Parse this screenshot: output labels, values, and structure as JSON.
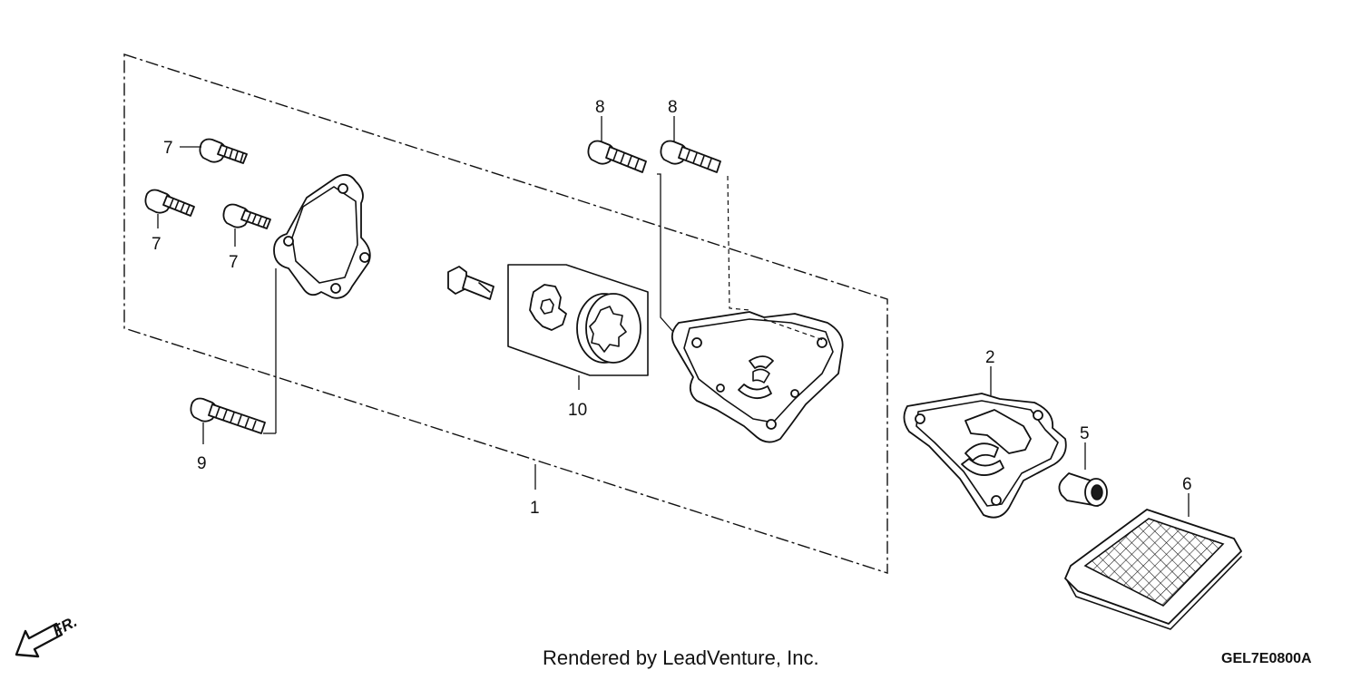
{
  "callouts": [
    {
      "label": "1"
    },
    {
      "label": "2"
    },
    {
      "label": "5"
    },
    {
      "label": "6"
    },
    {
      "label": "7"
    },
    {
      "label": "7"
    },
    {
      "label": "7"
    },
    {
      "label": "8"
    },
    {
      "label": "8"
    },
    {
      "label": "9"
    },
    {
      "label": "10"
    }
  ],
  "direction_marker": "FR.",
  "footer": {
    "credit": "Rendered by LeadVenture, Inc.",
    "diagram_code": "GEL7E0800A"
  },
  "colors": {
    "line": "#111111",
    "background": "#ffffff"
  }
}
